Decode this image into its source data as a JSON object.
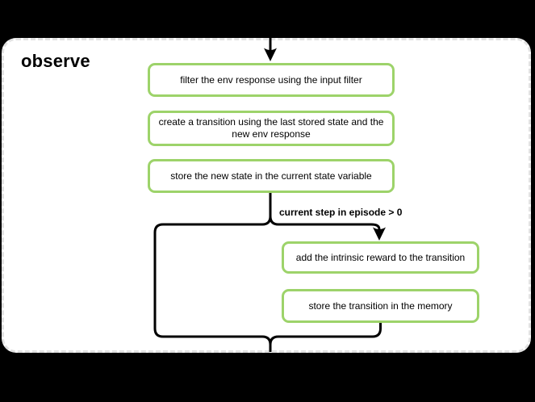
{
  "diagram": {
    "title": "observe",
    "condition_label": "current step in episode > 0",
    "nodes": [
      {
        "label": "filter the env response using the input filter"
      },
      {
        "label": "create a transition using the last stored state and the new env response"
      },
      {
        "label": "store the new state in the current state variable"
      },
      {
        "label": "add the intrinsic reward to the transition"
      },
      {
        "label": "store the transition in the memory"
      }
    ],
    "colors": {
      "page-bg": "#000000",
      "container-bg": "#ffffff",
      "container-border": "#e2e2e2",
      "node-border": "#9dd36a",
      "node-bg": "#ffffff",
      "line": "#000000",
      "text": "#000000"
    }
  }
}
